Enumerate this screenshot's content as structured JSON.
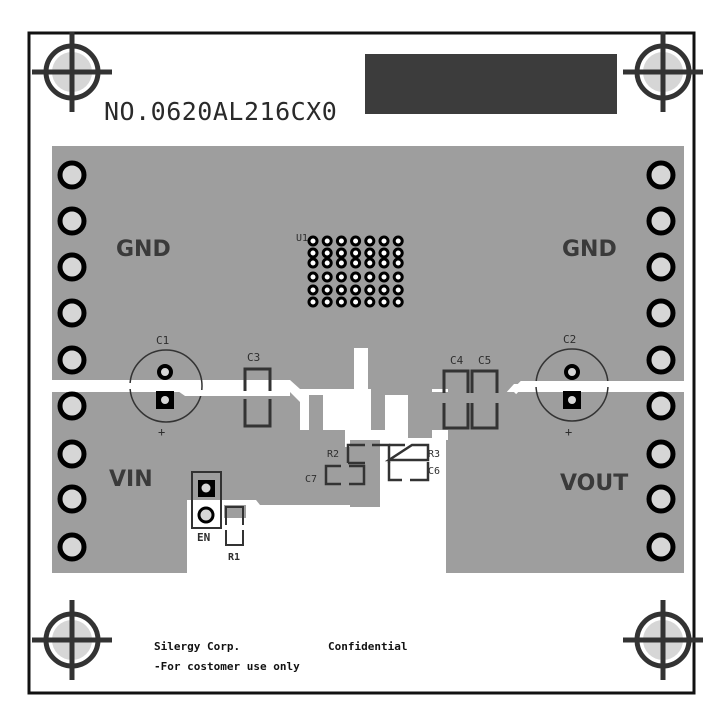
{
  "board": {
    "part_number": "NO.0620AL216CX0",
    "colors": {
      "copper": "#9e9e9e",
      "silkscreen": "#2e2e2e",
      "label_block": "#3c3c3c",
      "pad_fill": "#d6d6d6",
      "background": "#ffffff"
    }
  },
  "nets": {
    "gnd_left": "GND",
    "gnd_right": "GND",
    "vin": "VIN",
    "vout": "VOUT",
    "en": "EN"
  },
  "components": {
    "u1": "U1",
    "c1": "C1",
    "c2": "C2",
    "c3": "C3",
    "c4": "C4",
    "c5": "C5",
    "c6": "C6",
    "c7": "C7",
    "r1": "R1",
    "r2": "R2",
    "r3": "R3",
    "c1_polarity": "+",
    "c2_polarity": "+"
  },
  "footer": {
    "company": "Silergy Corp.",
    "confidential": "Confidential",
    "note": "-For costomer use only"
  },
  "counts": {
    "left_header_pins": 9,
    "right_header_pins": 9,
    "u1_bump_rows": 6,
    "u1_bump_cols": 7
  }
}
